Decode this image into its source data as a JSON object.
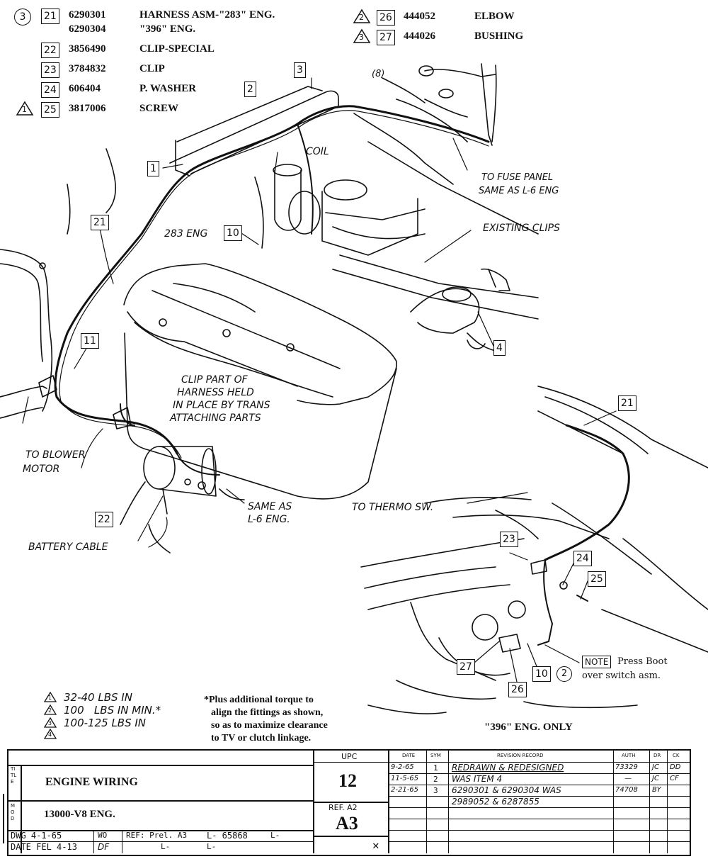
{
  "parts_list_left": [
    {
      "flag": "3",
      "item": "21",
      "part": "6290301",
      "desc": "HARNESS ASM-\"283\" ENG."
    },
    {
      "flag": "",
      "item": "",
      "part": "6290304",
      "desc": "\"396\" ENG."
    },
    {
      "flag": "",
      "item": "22",
      "part": "3856490",
      "desc": "CLIP-SPECIAL"
    },
    {
      "flag": "",
      "item": "23",
      "part": "3784832",
      "desc": "CLIP"
    },
    {
      "flag": "",
      "item": "24",
      "part": "606404",
      "desc": "P. WASHER"
    },
    {
      "flag": "1",
      "item": "25",
      "part": "3817006",
      "desc": "SCREW"
    }
  ],
  "parts_list_right": [
    {
      "flag": "2",
      "item": "26",
      "part": "444052",
      "desc": "ELBOW"
    },
    {
      "flag": "3",
      "item": "27",
      "part": "444026",
      "desc": "BUSHING"
    }
  ],
  "callouts": {
    "coil": "COIL",
    "to_fuse_panel": "TO FUSE PANEL",
    "same_as_l6": "SAME AS L-6 ENG",
    "existing_clips": "EXISTING CLIPS",
    "eng_283": "283 ENG",
    "clip_part_of_1": "CLIP PART OF",
    "clip_part_of_2": "HARNESS HELD",
    "clip_part_of_3": "IN PLACE BY TRANS",
    "clip_part_of_4": "ATTACHING PARTS",
    "to_blower_1": "TO BLOWER",
    "to_blower_2": "MOTOR",
    "same_as_1": "SAME AS",
    "same_as_2": "L-6 ENG.",
    "battery_cable": "BATTERY CABLE",
    "to_thermo": "TO THERMO SW.",
    "note_label": "NOTE",
    "note_text_1": "Press Boot",
    "note_text_2": "over switch asm.",
    "eng_396_only": "\"396\" ENG. ONLY"
  },
  "item_labels": {
    "b1": "1",
    "b2": "2",
    "b3": "3",
    "b4": "4",
    "b10a": "10",
    "b10b": "10",
    "b11": "11",
    "b21a": "21",
    "b21b": "21",
    "b22": "22",
    "b23": "23",
    "b24": "24",
    "b25": "25",
    "b26": "26",
    "b27": "27",
    "b8": "8",
    "b2note": "2"
  },
  "torque_notes": [
    {
      "flag": "1",
      "text": "32-40 LBS IN"
    },
    {
      "flag": "2",
      "text": "100   LBS IN MIN.*"
    },
    {
      "flag": "3",
      "text": "100-125 LBS IN"
    },
    {
      "flag": "4",
      "text": ""
    }
  ],
  "footnote": [
    "*Plus additional torque to",
    "align the fittings as shown,",
    "so as to maximize clearance",
    "to TV or clutch linkage."
  ],
  "title_block": {
    "title_label": "TITLE",
    "title": "ENGINE WIRING",
    "model_label": "MOD",
    "model": "13000-V8 ENG.",
    "dwg": "DWG 4-1-65",
    "wo_label": "WO",
    "date": "DATE FEL 4-13",
    "df": "DF",
    "ref": "REF: Prel. A3",
    "ref_l1": "L- 65868",
    "ref_l2": "L-",
    "ref_l3": "L-",
    "ref_l4": "L-",
    "upc_label": "UPC",
    "upc": "12",
    "ref_a2": "REF. A2",
    "sheet": "A3",
    "rev_headers": [
      "DATE",
      "SYM",
      "REVISION RECORD",
      "AUTH",
      "DR",
      "CK"
    ],
    "revisions": [
      {
        "date": "9-2-65",
        "sym": "1",
        "record": "REDRAWN & REDESIGNED",
        "auth": "73329",
        "dr": "JC",
        "ck": "DD"
      },
      {
        "date": "11-5-65",
        "sym": "2",
        "record": "WAS ITEM 4",
        "auth": "—",
        "dr": "JC",
        "ck": "CF"
      },
      {
        "date": "2-21-65",
        "sym": "3",
        "record": "6290301 & 6290304 WAS",
        "auth": "74708",
        "dr": "BY",
        "ck": ""
      },
      {
        "date": "",
        "sym": "",
        "record": "2989052 & 6287855",
        "auth": "",
        "dr": "",
        "ck": ""
      }
    ]
  }
}
